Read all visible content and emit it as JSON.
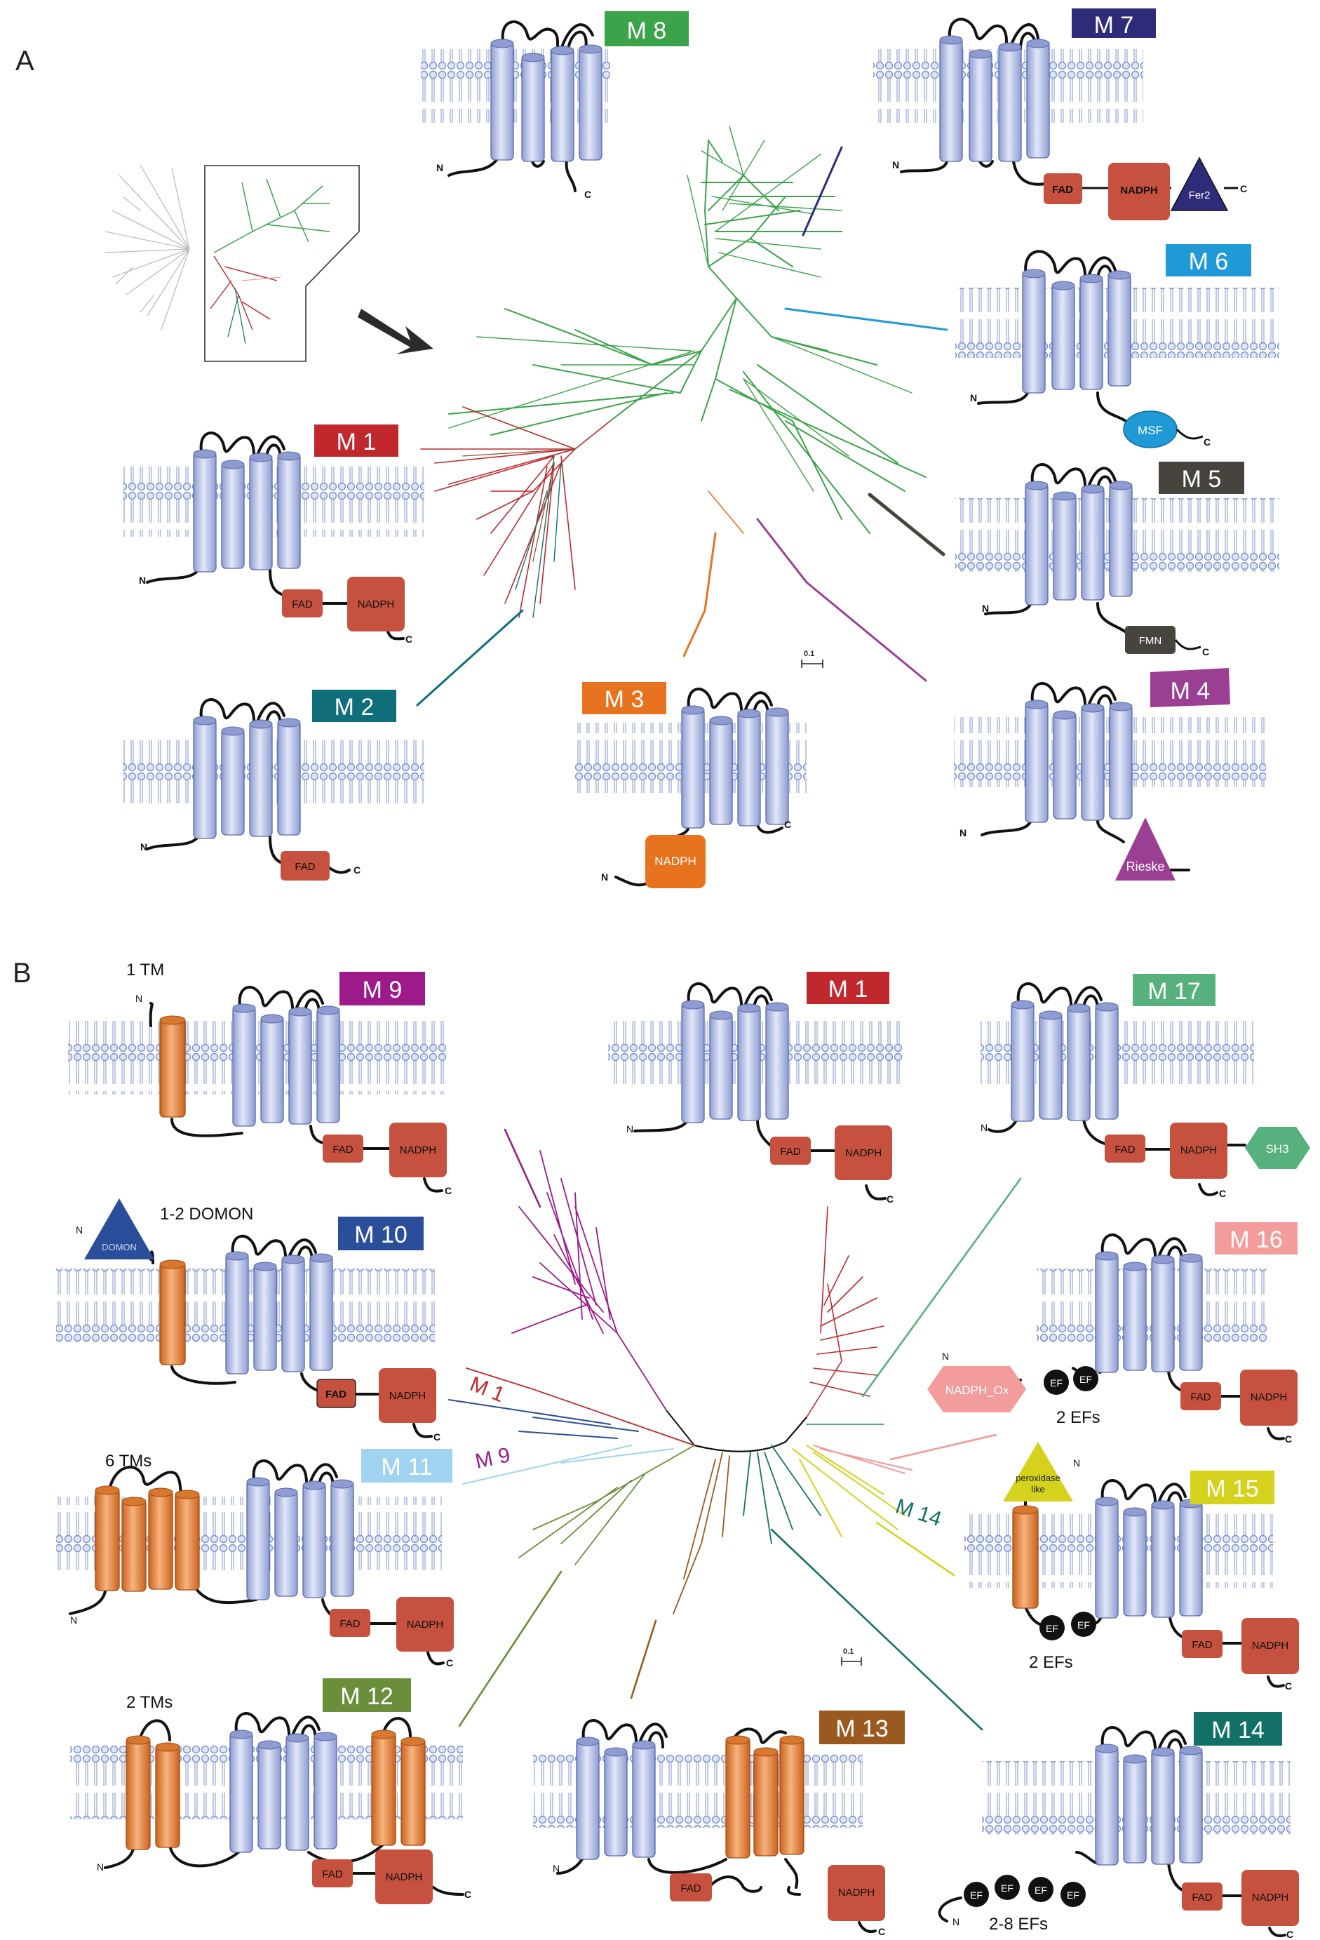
{
  "panels": {
    "a": "A",
    "b": "B"
  },
  "scale_bar": "0.1",
  "colors": {
    "membrane": "#7f93c9",
    "helix": "#b9c4e6",
    "helix_extra": "#ef8a3c",
    "fad_nadph": "#c5513e",
    "m1": "#c0282d",
    "m2": "#0f6e7a",
    "m3": "#e8731f",
    "m4": "#9b3f95",
    "m5": "#46443d",
    "m6": "#1f9ad6",
    "m7": "#2e2b79",
    "m8": "#3ba34a",
    "m9": "#9d1a8a",
    "m10": "#2b4e9b",
    "m11": "#9fd3ef",
    "m12": "#6a8e3a",
    "m13": "#9a5a1f",
    "m14": "#137067",
    "m15": "#d4d21c",
    "m16": "#f29c9b",
    "m17": "#57b17d"
  },
  "modules": {
    "m1": "M 1",
    "m2": "M 2",
    "m3": "M 3",
    "m4": "M 4",
    "m5": "M 5",
    "m6": "M 6",
    "m7": "M 7",
    "m8": "M 8",
    "m9": "M 9",
    "m10": "M 10",
    "m11": "M 11",
    "m12": "M 12",
    "m13": "M 13",
    "m14": "M 14",
    "m15": "M 15",
    "m16": "M 16",
    "m17": "M 17"
  },
  "domains": {
    "fad": "FAD",
    "nadph": "NADPH",
    "fer2": "Fer2",
    "msf": "MSF",
    "fmn": "FMN",
    "rieske": "Rieske",
    "sh3": "SH3",
    "domon": "DOMON",
    "peroxidase_line1": "peroxidase",
    "peroxidase_line2": "like",
    "nadph_ox": "NADPH_Ox",
    "ef": "EF"
  },
  "termini": {
    "n": "N",
    "c": "C"
  },
  "annotations": {
    "tm1": "1 TM",
    "domon": "1-2 DOMON",
    "tm6": "6 TMs",
    "tm2": "2 TMs",
    "ef2": "2 EFs",
    "ef28": "2-8 EFs"
  },
  "tree_labels": {
    "m1": "M 1",
    "m9": "M 9",
    "m14": "M 14"
  }
}
